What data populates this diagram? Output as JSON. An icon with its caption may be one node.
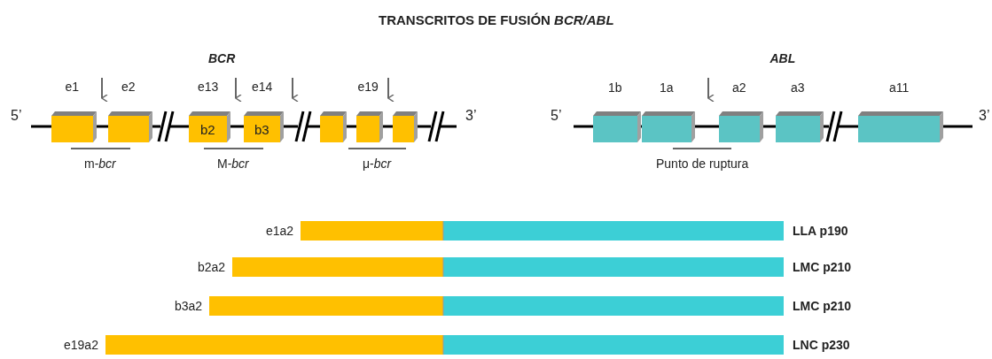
{
  "diagram": {
    "title": "TRANSCRITOS DE FUSIÓN *BCR/ABL*",
    "nodes": [
      {
        "text": [],
        "shape": "box",
        "beside": [
          "e1"
        ]
      },
      {
        "text": [],
        "shape": "box",
        "beside": [
          "e2"
        ]
      },
      {
        "text": [
          "b2"
        ],
        "beside": [
          "e13"
        ]
      },
      {
        "text": [
          "b3"
        ],
        "beside": [
          "e14"
        ]
      },
      {
        "text": [],
        "shape": "box"
      },
      {
        "text": [],
        "shape": "box",
        "beside": [
          "e19"
        ]
      },
      {
        "text": [],
        "shape": "box"
      },
      {
        "text": [],
        "shape": "box",
        "beside": [
          "1b"
        ]
      },
      {
        "text": [],
        "shape": "box",
        "beside": [
          "1a"
        ]
      },
      {
        "text": [],
        "shape": "box",
        "beside": [
          "a2"
        ]
      },
      {
        "text": [],
        "shape": "box",
        "beside": [
          "a3"
        ]
      },
      {
        "text": [],
        "shape": "box",
        "beside": [
          "a11"
        ]
      },
      {
        "text": [],
        "shape": "bar",
        "beside": [
          "e1a2",
          "LLA p190"
        ]
      },
      {
        "text": [],
        "shape": "bar",
        "beside": [
          "b2a2",
          "LMC p210"
        ]
      },
      {
        "text": [],
        "shape": "bar",
        "beside": [
          "b3a2",
          "LMC p210"
        ]
      },
      {
        "text": [],
        "shape": "bar",
        "beside": [
          "e19a2",
          "LNC p230"
        ]
      }
    ],
    "edges": [],
    "labels": [
      "BCR",
      "ABL",
      "5’",
      "3’",
      "5’",
      "3’",
      "m-*bcr*",
      "M-*bcr*",
      "μ-*bcr*",
      "Punto de ruptura"
    ]
  }
}
